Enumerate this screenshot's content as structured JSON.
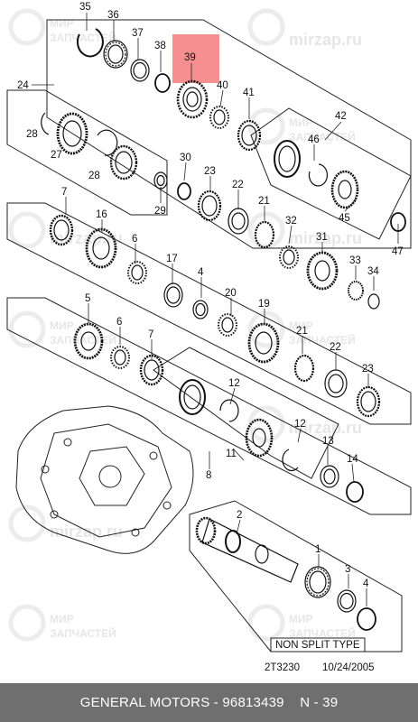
{
  "callouts": [
    "35",
    "36",
    "37",
    "38",
    "39",
    "40",
    "41",
    "24",
    "42",
    "28",
    "46",
    "27",
    "28",
    "30",
    "23",
    "22",
    "21",
    "45",
    "29",
    "47",
    "7",
    "16",
    "6",
    "32",
    "31",
    "17",
    "4",
    "33",
    "34",
    "20",
    "5",
    "6",
    "7",
    "19",
    "21",
    "22",
    "23",
    "12",
    "12",
    "11",
    "13",
    "8",
    "14",
    "2",
    "1",
    "3",
    "4"
  ],
  "highlight": {
    "label": "39",
    "color": "#f47c7c"
  },
  "watermark": {
    "brand": "mirzap.ru",
    "line1": "МИР",
    "line2": "ЗАПЧАСТЕЙ"
  },
  "split_label": "NON SPLIT TYPE",
  "drawing_code": "2T3230",
  "drawing_date": "10/24/2005",
  "footer": {
    "maker": "GENERAL MOTORS",
    "part_number": "96813439",
    "ref": "N - 39",
    "sep": " - "
  }
}
